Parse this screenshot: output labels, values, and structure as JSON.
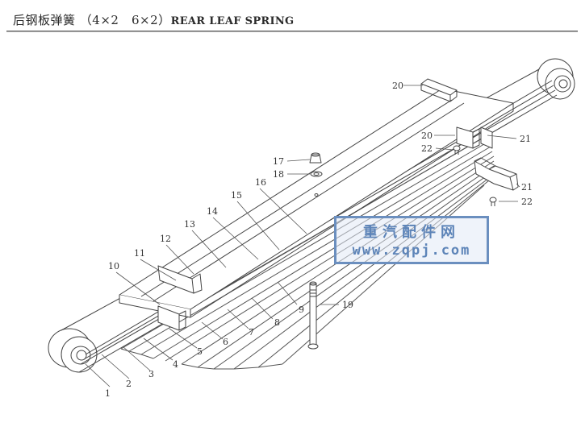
{
  "header": {
    "title_cn": "后钢板弹簧",
    "title_variant": "（4×2　6×2）",
    "title_en": "REAR LEAF SPRING"
  },
  "watermark": {
    "text_cn": "重汽配件网",
    "url": "www.zqpj.com"
  },
  "callouts": [
    {
      "id": "1",
      "label": "1"
    },
    {
      "id": "2",
      "label": "2"
    },
    {
      "id": "3",
      "label": "3"
    },
    {
      "id": "4",
      "label": "4"
    },
    {
      "id": "5",
      "label": "5"
    },
    {
      "id": "6",
      "label": "6"
    },
    {
      "id": "7",
      "label": "7"
    },
    {
      "id": "8",
      "label": "8"
    },
    {
      "id": "9",
      "label": "9"
    },
    {
      "id": "10",
      "label": "10"
    },
    {
      "id": "11",
      "label": "11"
    },
    {
      "id": "12",
      "label": "12"
    },
    {
      "id": "13",
      "label": "13"
    },
    {
      "id": "14",
      "label": "14"
    },
    {
      "id": "15",
      "label": "15"
    },
    {
      "id": "16",
      "label": "16"
    },
    {
      "id": "17",
      "label": "17"
    },
    {
      "id": "18",
      "label": "18"
    },
    {
      "id": "19",
      "label": "19"
    },
    {
      "id": "20a",
      "label": "20"
    },
    {
      "id": "20b",
      "label": "20"
    },
    {
      "id": "21a",
      "label": "21"
    },
    {
      "id": "21b",
      "label": "21"
    },
    {
      "id": "22a",
      "label": "22"
    },
    {
      "id": "22b",
      "label": "22"
    }
  ]
}
